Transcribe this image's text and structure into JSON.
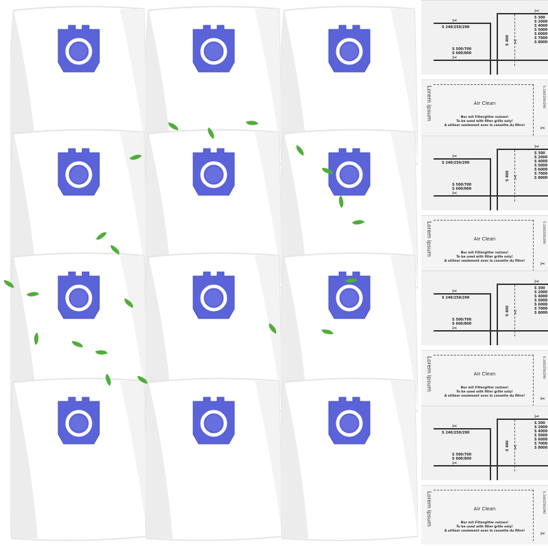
{
  "product": {
    "bag_count": 12,
    "filter_card_pairs": 4,
    "colors": {
      "bag": "#ffffff",
      "collar": "#5b63d8",
      "ring": "#ffffff",
      "leaf": "#4fae3a",
      "card": "#f1f1f1"
    }
  },
  "cut_card": {
    "label_left_top": "S 240/250/290",
    "label_left_bottom": "S 500/700\nS 600/800",
    "label_center": "S 400",
    "label_right": "S 300\nS 2000\nS 4000\nS 5000\nS 6000\nS 7000\nS 8000",
    "scissors_icon": "scissors-icon"
  },
  "info_card": {
    "side_text": "Lorem ipsum",
    "title": "Air Clean",
    "lines": [
      "Nur mit Filtergitter nutzen!",
      "To be used with filter grille only!",
      "A utiliser seulement avec la cassette du filtre!"
    ],
    "code": "S 240/250/290"
  }
}
